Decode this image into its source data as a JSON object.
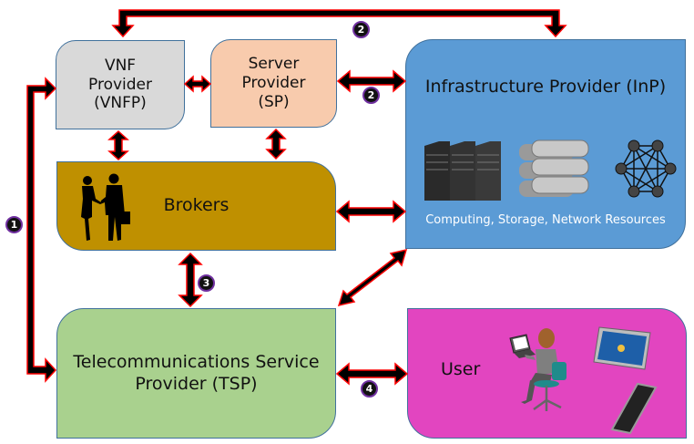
{
  "diagram": {
    "nodes": {
      "vnfp": {
        "label": "VNF\nProvider\n(VNFP)"
      },
      "sp": {
        "label": "Server\nProvider\n(SP)"
      },
      "brokers": {
        "label": "Brokers"
      },
      "inp": {
        "label": "Infrastructure Provider (InP)",
        "sublabel": "Computing, Storage, Network Resources"
      },
      "tsp": {
        "label": "Telecommunications Service\nProvider (TSP)"
      },
      "user": {
        "label": "User"
      }
    },
    "badges": {
      "b1": "1",
      "b2_top": "2",
      "b2_mid": "2",
      "b3": "3",
      "b4": "4"
    },
    "icons": {
      "inp": [
        "server-rack-icon",
        "storage-database-icon",
        "network-mesh-icon"
      ],
      "brokers": [
        "handshake-people-icon"
      ],
      "user": [
        "woman-laptop-icon",
        "tablet-icon",
        "smartphone-icon"
      ]
    },
    "edges": [
      {
        "from": "vnfp",
        "to": "sp",
        "type": "bidirectional"
      },
      {
        "from": "sp",
        "to": "inp",
        "type": "bidirectional",
        "badge": "2"
      },
      {
        "from": "inp",
        "to": "vnfp",
        "type": "bidirectional-top-loop",
        "badge": "2"
      },
      {
        "from": "vnfp",
        "to": "brokers",
        "type": "bidirectional"
      },
      {
        "from": "sp",
        "to": "brokers",
        "type": "bidirectional"
      },
      {
        "from": "brokers",
        "to": "inp",
        "type": "bidirectional"
      },
      {
        "from": "brokers",
        "to": "tsp",
        "type": "bidirectional",
        "badge": "3"
      },
      {
        "from": "inp",
        "to": "tsp",
        "type": "bidirectional-diagonal"
      },
      {
        "from": "tsp",
        "to": "vnfp",
        "type": "bidirectional-left-loop",
        "badge": "1"
      },
      {
        "from": "tsp",
        "to": "user",
        "type": "bidirectional",
        "badge": "4"
      }
    ],
    "colors": {
      "vnfp": "#d9d9d9",
      "sp": "#f8cbad",
      "brokers": "#bf9000",
      "inp": "#5b9bd5",
      "tsp": "#a9d18e",
      "user": "#e245c0",
      "arrow_fill": "#000000",
      "arrow_outline": "#ff0000",
      "badge_ring": "#7030a0"
    }
  }
}
